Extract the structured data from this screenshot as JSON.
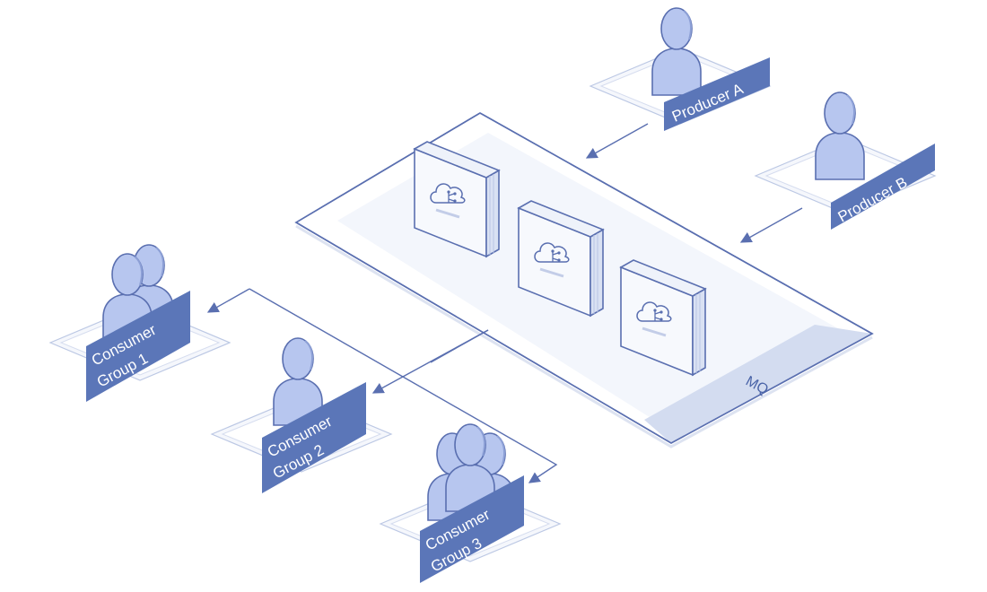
{
  "diagram": {
    "platform_label": "MQ",
    "producers": [
      {
        "id": "producer-a",
        "label": "Producer A"
      },
      {
        "id": "producer-b",
        "label": "Producer B"
      }
    ],
    "consumers": [
      {
        "id": "consumer-group-1",
        "line1": "Consumer",
        "line2": "Group 1"
      },
      {
        "id": "consumer-group-2",
        "line1": "Consumer",
        "line2": "Group 2"
      },
      {
        "id": "consumer-group-3",
        "line1": "Consumer",
        "line2": "Group 3"
      }
    ],
    "queue_nodes": [
      {
        "id": "queue-node-1",
        "icon": "cloud-network-icon"
      },
      {
        "id": "queue-node-2",
        "icon": "cloud-network-icon"
      },
      {
        "id": "queue-node-3",
        "icon": "cloud-network-icon"
      }
    ],
    "edges": [
      {
        "from": "producer-a",
        "to": "mq"
      },
      {
        "from": "producer-b",
        "to": "mq"
      },
      {
        "from": "mq",
        "to": "consumer-group-1"
      },
      {
        "from": "mq",
        "to": "consumer-group-2"
      },
      {
        "from": "mq",
        "to": "consumer-group-3"
      }
    ],
    "colors": {
      "label_fill": "#5b76b8",
      "person_fill": "#b7c6ef",
      "outline": "#5a6fb0",
      "platform_fill": "#f3f6fc",
      "platform_band": "#d3dcf0"
    }
  }
}
